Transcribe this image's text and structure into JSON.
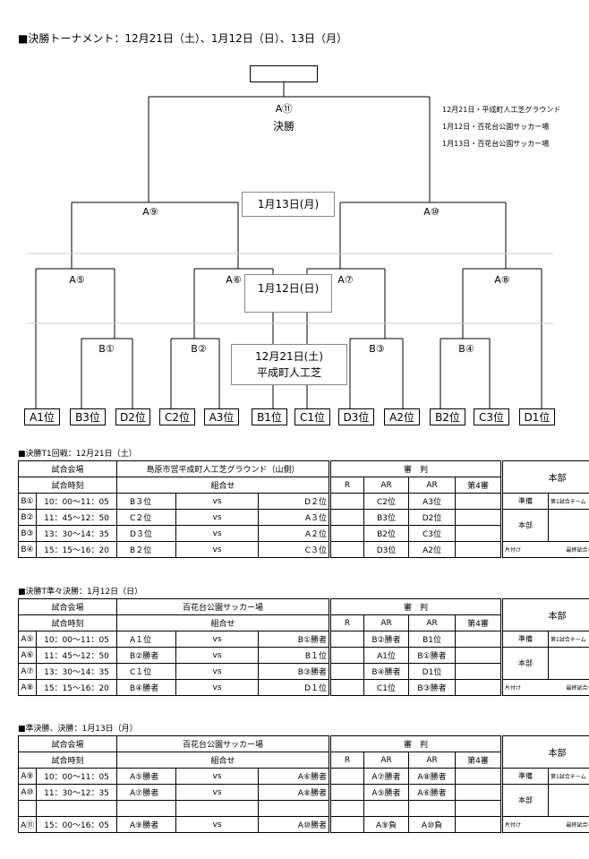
{
  "page_title": "■決勝トーナメント：12月21日（土）、1月12日（日）、13日（月）",
  "bracket": {
    "final_label": "決勝",
    "match_labels": {
      "a11": "A⑪",
      "a9": "A⑨",
      "a10": "A⑩",
      "a5": "A⑤",
      "a6": "A⑥",
      "a7": "A⑦",
      "a8": "A⑧",
      "b1": "B①",
      "b2": "B②",
      "b3": "B③",
      "b4": "B④"
    },
    "seeds": [
      "A1位",
      "B3位",
      "D2位",
      "C2位",
      "A3位",
      "B1位",
      "C1位",
      "D3位",
      "A2位",
      "B2位",
      "C3位",
      "D1位"
    ],
    "date_boxes": {
      "jan13": "1月13日(月)",
      "jan12": "1月12日(日)",
      "dec21_line1": "12月21日(土)",
      "dec21_line2": "平成町人工芝"
    },
    "venues": [
      "12月21日・平成町人工芝グラウンド",
      "1月12日・百花台公園サッカー場",
      "1月13日・百花台公園サッカー場"
    ]
  },
  "headers": {
    "venue": "試合会場",
    "time": "試合時刻",
    "matchup": "組合せ",
    "referee": "審　判",
    "r": "R",
    "ar": "AR",
    "fourth": "第4審",
    "hq": "本部",
    "vs": "vs",
    "prep": "準備",
    "prep_team": "第1試合チーム",
    "cleanup": "片付け",
    "cleanup_team": "最終試合チーム"
  },
  "sections": [
    {
      "title": "■決勝T1回戦：12月21日（土）",
      "venue_name": "島原市営平成町人工芝グラウンド（山側）",
      "rows": [
        {
          "id": "B①",
          "time": "10：00～11：05",
          "home": "B３位",
          "away": "D２位",
          "ar1": "C2位",
          "ar2": "A3位"
        },
        {
          "id": "B②",
          "time": "11：45～12：50",
          "home": "C２位",
          "away": "A３位",
          "ar1": "B3位",
          "ar2": "D2位"
        },
        {
          "id": "B③",
          "time": "13：30～14：35",
          "home": "D３位",
          "away": "A２位",
          "ar1": "B2位",
          "ar2": "C3位"
        },
        {
          "id": "B④",
          "time": "15：15～16：20",
          "home": "B２位",
          "away": "C３位",
          "ar1": "D3位",
          "ar2": "A2位"
        }
      ]
    },
    {
      "title": "■決勝T準々決勝：1月12日（日）",
      "venue_name": "百花台公園サッカー場",
      "rows": [
        {
          "id": "A⑤",
          "time": "10：00～11：05",
          "home": "A１位",
          "away": "B①勝者",
          "ar1": "B②勝者",
          "ar2": "B1位"
        },
        {
          "id": "A⑥",
          "time": "11：45～12：50",
          "home": "B②勝者",
          "away": "B１位",
          "ar1": "A1位",
          "ar2": "B①勝者"
        },
        {
          "id": "A⑦",
          "time": "13：30～14：35",
          "home": "C１位",
          "away": "B③勝者",
          "ar1": "B④勝者",
          "ar2": "D1位"
        },
        {
          "id": "A⑧",
          "time": "15：15～16：20",
          "home": "B④勝者",
          "away": "D１位",
          "ar1": "C1位",
          "ar2": "B③勝者"
        }
      ]
    },
    {
      "title": "■準決勝、決勝：1月13日（月）",
      "venue_name": "百花台公園サッカー場",
      "rows": [
        {
          "id": "A⑨",
          "time": "10：00～11：05",
          "home": "A⑤勝者",
          "away": "A⑥勝者",
          "ar1": "A⑦勝者",
          "ar2": "A⑧勝者"
        },
        {
          "id": "A⑩",
          "time": "11：30～12：35",
          "home": "A⑦勝者",
          "away": "A⑧勝者",
          "ar1": "A⑤勝者",
          "ar2": "A⑥勝者"
        },
        {
          "id": "",
          "time": "",
          "home": "",
          "away": "",
          "vs": "",
          "ar1": "",
          "ar2": ""
        },
        {
          "id": "A⑪",
          "time": "15：00～16：05",
          "home": "A⑨勝者",
          "away": "A⑩勝者",
          "ar1": "A⑨負",
          "ar2": "A⑩負"
        }
      ]
    }
  ]
}
